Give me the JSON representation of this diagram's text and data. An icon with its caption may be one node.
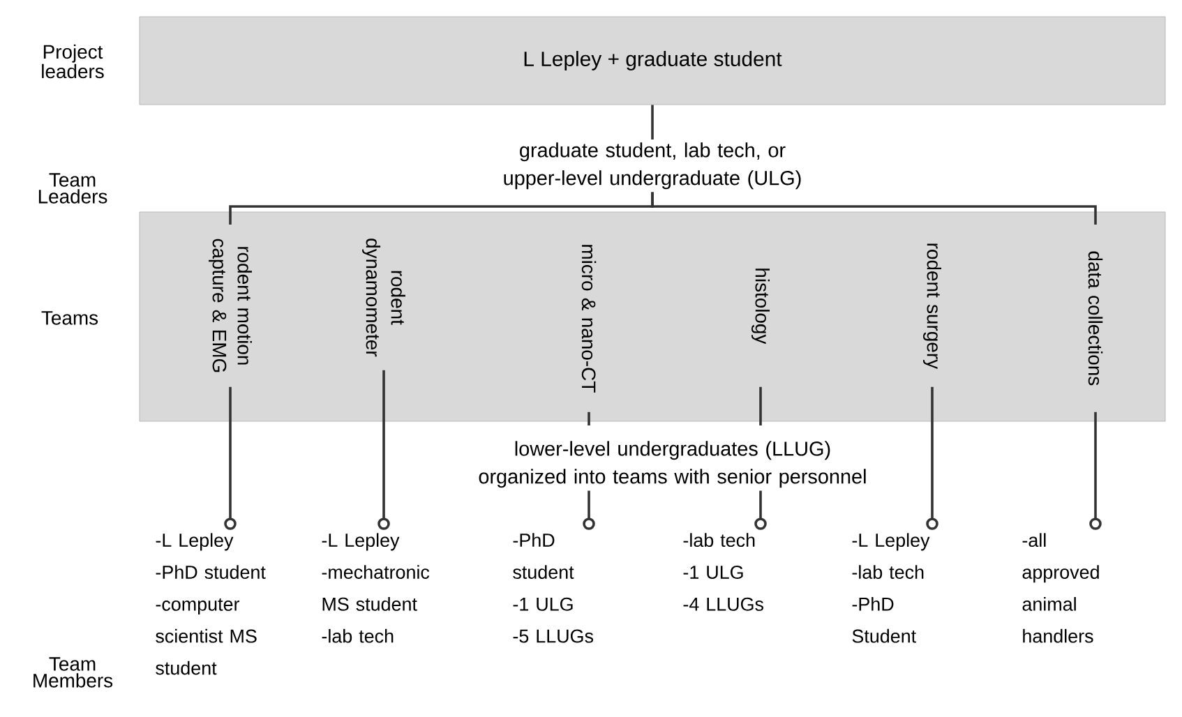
{
  "diagram": {
    "nodes": [
      {
        "text": [
          "L Lepley + graduate student"
        ]
      },
      {
        "text": [
          "graduate student, lab tech, or upper-level undergraduate (ULG)"
        ]
      },
      {
        "text": [],
        "shape": "box"
      },
      {
        "text": [
          "rodent motion capture & EMG"
        ],
        "in": 2
      },
      {
        "text": [
          "rodent dynamometer"
        ],
        "in": 2
      },
      {
        "text": [
          "micro & nano-CT"
        ],
        "in": 2
      },
      {
        "text": [
          "histology"
        ],
        "in": 2
      },
      {
        "text": [
          "rodent surgery"
        ],
        "in": 2
      },
      {
        "text": [
          "data collections"
        ],
        "in": 2
      },
      {
        "text": [
          "lower-level undergraduates (LLUG) organized into teams with senior personnel"
        ]
      },
      {
        "text": [
          "-L Lepley",
          "-PhD student",
          "-computer scientist MS student"
        ]
      },
      {
        "text": [
          "-L Lepley",
          "-mechatronic MS student",
          "-lab tech"
        ]
      },
      {
        "text": [
          "-PhD student",
          "-1 ULG",
          "-5 LLUGs"
        ]
      },
      {
        "text": [
          "-lab tech",
          "-1 ULG",
          "-4 LLUGs"
        ]
      },
      {
        "text": [
          "-L Lepley",
          "-lab tech",
          "-PhD Student"
        ]
      },
      {
        "text": [
          "-all approved animal handlers"
        ]
      }
    ],
    "edges": [
      {
        "from": 0,
        "to": 1,
        "arrow": "none"
      },
      {
        "from": 1,
        "to": 3,
        "arrow": "none"
      },
      {
        "from": 1,
        "to": 8,
        "arrow": "none"
      },
      {
        "from": 3,
        "to": 10,
        "arrow": "other"
      },
      {
        "from": 4,
        "to": 11,
        "arrow": "other"
      },
      {
        "from": 5,
        "to": 9,
        "arrow": "none"
      },
      {
        "from": 9,
        "to": 12,
        "arrow": "other"
      },
      {
        "from": 6,
        "to": 9,
        "arrow": "none"
      },
      {
        "from": 9,
        "to": 13,
        "arrow": "other"
      },
      {
        "from": 7,
        "to": 14,
        "arrow": "other"
      },
      {
        "from": 8,
        "to": 15,
        "arrow": "other"
      }
    ],
    "labels": [
      "Project leaders",
      "Team Leaders",
      "Teams",
      "Team Members"
    ]
  }
}
